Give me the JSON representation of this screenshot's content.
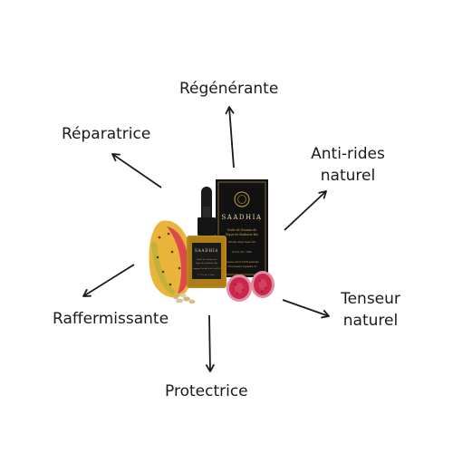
{
  "properties": {
    "regenerante": "Régénérante",
    "reparatrice": "Réparatrice",
    "antirides_line1": "Anti-rides",
    "antirides_line2": "naturel",
    "raffermissante": "Raffermissante",
    "tenseur_line1": "Tenseur",
    "tenseur_line2": "naturel",
    "protectrice": "Protectrice"
  },
  "product": {
    "brand": "SAADHIA",
    "box_line1": "Huile de Graines de",
    "box_line2": "Figue de Barbarie Bio",
    "box_line3": "Prickly Pear Seed Oil",
    "box_line4": "0.5 Fl. Oz / 15ml",
    "box_line5": "Pressée à froid 100% naturelle",
    "box_line6": "Cold pressed vegetable oil",
    "bottle_brand": "SAADHIA",
    "bottle_line1": "Huile de Graines de",
    "bottle_line2": "Figue de Barbarie Bio",
    "bottle_line3": "Organic Prickly Pear Seed Oil",
    "bottle_line4": "0.5 Fl. Oz / 15ml e"
  },
  "colors": {
    "text": "#1a1a1a",
    "arrow": "#1a1a1a",
    "box": "#111111",
    "gold": "#c9a24a",
    "oil": "#b8861c",
    "pear_skin": "#e8b43a",
    "pear_red": "#d9374f",
    "pear_flesh": "#c8284a"
  }
}
